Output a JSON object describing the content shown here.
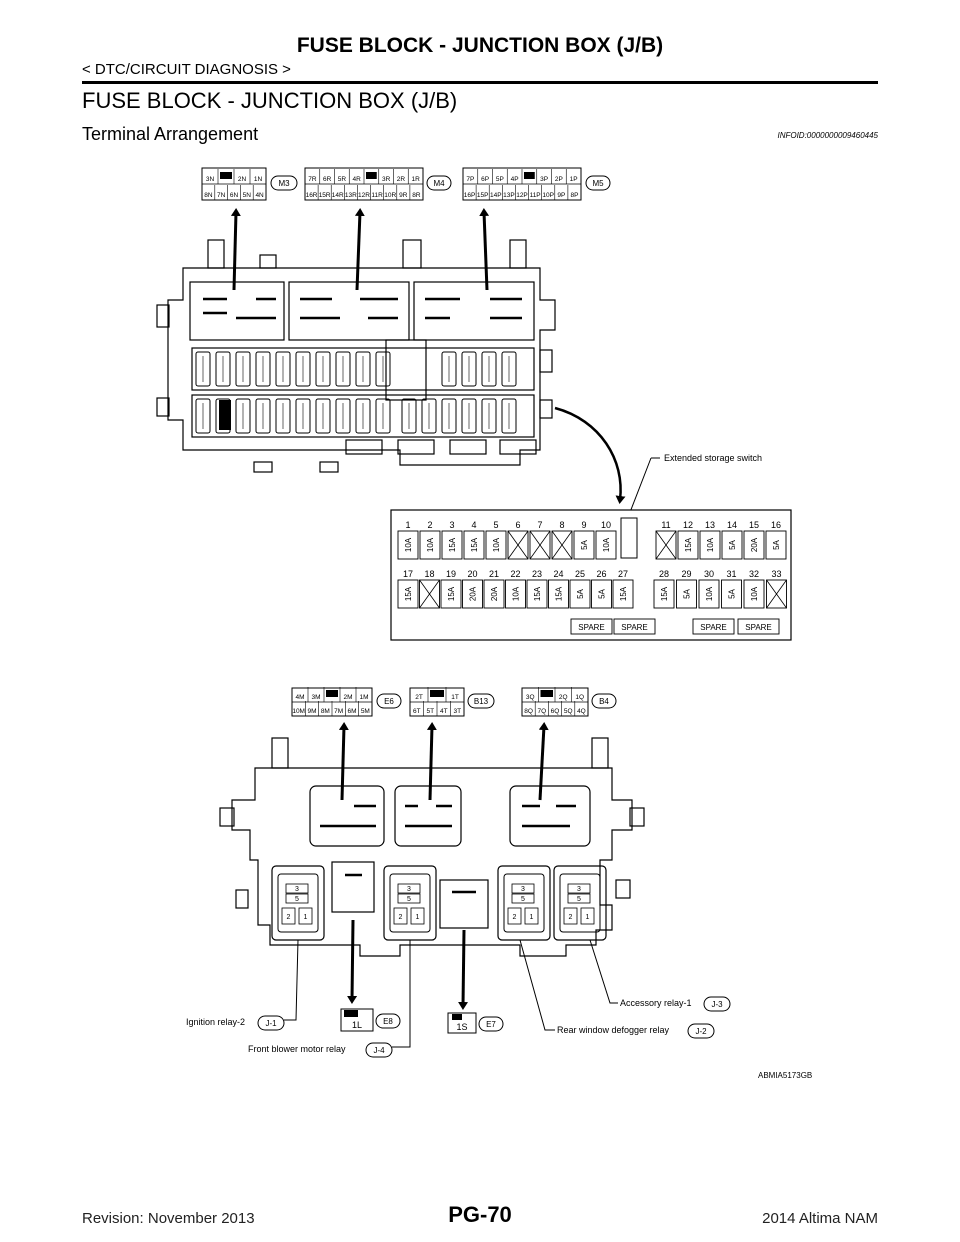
{
  "header": {
    "title": "FUSE BLOCK - JUNCTION BOX (J/B)",
    "breadcrumb": "< DTC/CIRCUIT DIAGNOSIS >"
  },
  "section": {
    "title": "FUSE BLOCK - JUNCTION BOX (J/B)",
    "subtitle": "Terminal Arrangement",
    "info_id": "INFOID:0000000009460445"
  },
  "connectors_top": [
    {
      "tag": "M3",
      "row1": [
        "3N",
        "",
        "2N",
        "1N"
      ],
      "row2": [
        "8N",
        "7N",
        "6N",
        "5N",
        "4N"
      ]
    },
    {
      "tag": "M4",
      "row1": [
        "7R",
        "6R",
        "5R",
        "4R",
        "",
        "3R",
        "2R",
        "1R"
      ],
      "row2": [
        "16R",
        "15R",
        "14R",
        "13R",
        "12R",
        "11R",
        "10R",
        "9R",
        "8R"
      ]
    },
    {
      "tag": "M5",
      "row1": [
        "7P",
        "6P",
        "5P",
        "4P",
        "",
        "3P",
        "2P",
        "1P"
      ],
      "row2": [
        "16P",
        "15P",
        "14P",
        "13P",
        "12P",
        "11P",
        "10P",
        "9P",
        "8P"
      ]
    }
  ],
  "extended_storage_label": "Extended storage switch",
  "fuses_row1": [
    {
      "no": "1",
      "amp": "10A"
    },
    {
      "no": "2",
      "amp": "10A"
    },
    {
      "no": "3",
      "amp": "15A"
    },
    {
      "no": "4",
      "amp": "15A"
    },
    {
      "no": "5",
      "amp": "10A"
    },
    {
      "no": "6",
      "amp": ""
    },
    {
      "no": "7",
      "amp": ""
    },
    {
      "no": "8",
      "amp": ""
    },
    {
      "no": "9",
      "amp": "5A"
    },
    {
      "no": "10",
      "amp": "10A"
    },
    {
      "no": "11",
      "amp": ""
    },
    {
      "no": "12",
      "amp": "15A"
    },
    {
      "no": "13",
      "amp": "10A"
    },
    {
      "no": "14",
      "amp": "5A"
    },
    {
      "no": "15",
      "amp": "20A"
    },
    {
      "no": "16",
      "amp": "5A"
    }
  ],
  "fuses_row2": [
    {
      "no": "17",
      "amp": "15A"
    },
    {
      "no": "18",
      "amp": ""
    },
    {
      "no": "19",
      "amp": "15A"
    },
    {
      "no": "20",
      "amp": "20A"
    },
    {
      "no": "21",
      "amp": "20A"
    },
    {
      "no": "22",
      "amp": "10A"
    },
    {
      "no": "23",
      "amp": "15A"
    },
    {
      "no": "24",
      "amp": "15A"
    },
    {
      "no": "25",
      "amp": "5A"
    },
    {
      "no": "26",
      "amp": "5A"
    },
    {
      "no": "27",
      "amp": "15A"
    },
    {
      "no": "28",
      "amp": "15A"
    },
    {
      "no": "29",
      "amp": "5A"
    },
    {
      "no": "30",
      "amp": "10A"
    },
    {
      "no": "31",
      "amp": "5A"
    },
    {
      "no": "32",
      "amp": "10A"
    },
    {
      "no": "33",
      "amp": ""
    }
  ],
  "spare_label": "SPARE",
  "connectors_bottom": [
    {
      "tag": "E6",
      "row1": [
        "4M",
        "3M",
        "",
        "2M",
        "1M"
      ],
      "row2": [
        "10M",
        "9M",
        "8M",
        "7M",
        "6M",
        "5M"
      ]
    },
    {
      "tag": "B13",
      "row1": [
        "2T",
        "",
        "1T"
      ],
      "row2": [
        "6T",
        "5T",
        "4T",
        "3T"
      ]
    },
    {
      "tag": "B4",
      "row1": [
        "3Q",
        "",
        "2Q",
        "1Q"
      ],
      "row2": [
        "8Q",
        "7Q",
        "6Q",
        "5Q",
        "4Q"
      ]
    }
  ],
  "relay_terminals": {
    "t3": "3",
    "t5": "5",
    "t2": "2",
    "t1": "1"
  },
  "relays": [
    {
      "label": "Ignition relay-2",
      "tag": "J-1"
    },
    {
      "label": "Front blower motor relay",
      "tag": "J-4"
    },
    {
      "label": "Rear window defogger relay",
      "tag": "J-2"
    },
    {
      "label": "Accessory relay-1",
      "tag": "J-3"
    }
  ],
  "small_connectors": [
    {
      "terminal": "1L",
      "tag": "E8"
    },
    {
      "terminal": "1S",
      "tag": "E7"
    }
  ],
  "figure_id": "ABMIA5173GB",
  "footer": {
    "revision": "Revision: November 2013",
    "page": "PG-70",
    "model": "2014 Altima NAM"
  }
}
